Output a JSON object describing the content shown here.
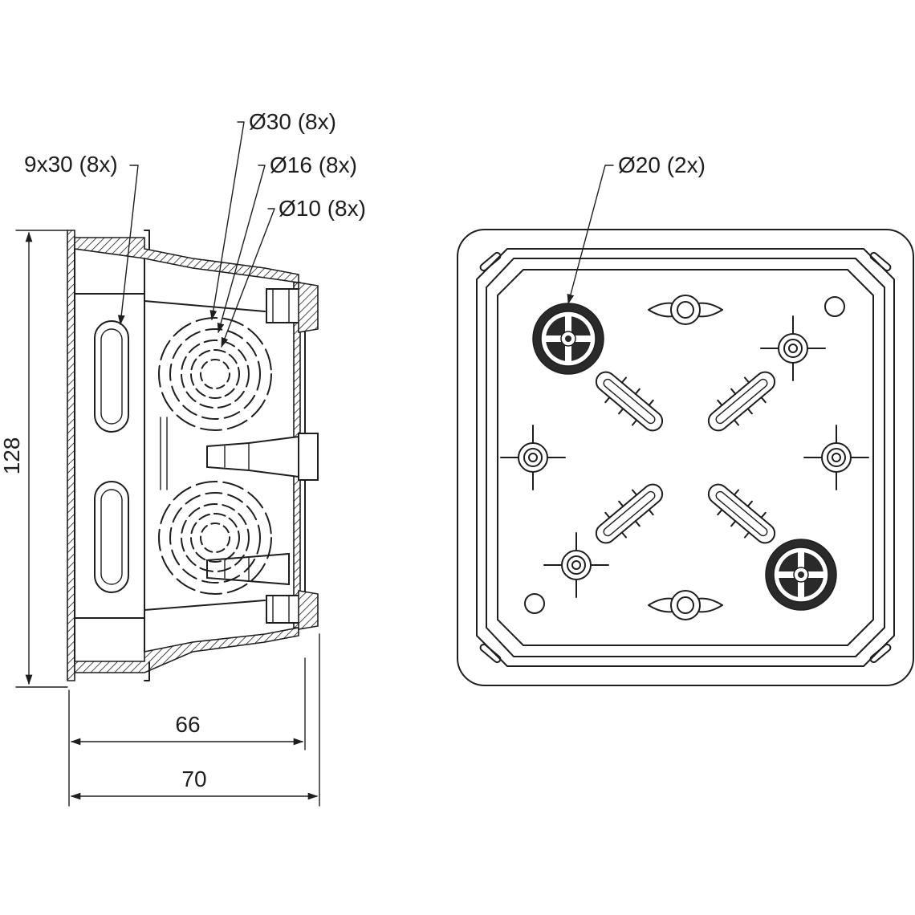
{
  "side_view": {
    "callouts": {
      "slot": "9x30 (8x)",
      "knockout_30": "Ø30 (8x)",
      "knockout_16": "Ø16 (8x)",
      "knockout_10": "Ø10 (8x)"
    },
    "dimensions": {
      "height": "128",
      "depth_inner": "66",
      "depth_outer": "70"
    }
  },
  "top_view": {
    "callouts": {
      "entry_20": "Ø20 (2x)"
    }
  },
  "colors": {
    "line": "#1e1e1e",
    "background": "#ffffff"
  }
}
